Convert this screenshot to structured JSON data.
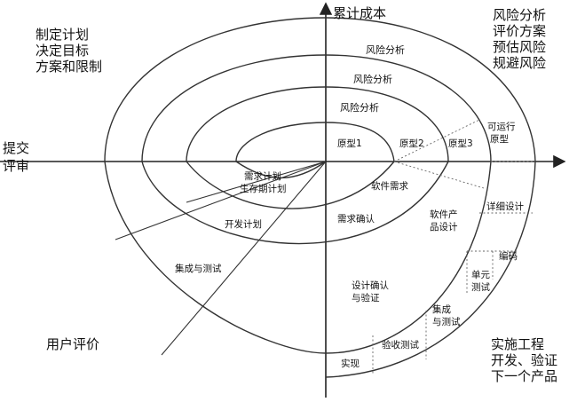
{
  "axis": {
    "cumulative_cost": "累计成本"
  },
  "corners": {
    "top_left": [
      "制定计划",
      "决定目标",
      "方案和限制"
    ],
    "top_right": [
      "风险分析",
      "评价方案",
      "预估风险",
      "规避风险"
    ],
    "left": [
      "提交",
      "评审"
    ],
    "bottom_left": "用户评价",
    "bottom_right": [
      "实施工程",
      "开发、验证",
      "下一个产品"
    ]
  },
  "risk_labels": [
    "风险分析",
    "风险分析",
    "风险分析"
  ],
  "prototypes": [
    "原型1",
    "原型2",
    "原型3"
  ],
  "runnable_prototype": [
    "可运行",
    "原型"
  ],
  "requirement_plan": [
    "需求计划",
    "生存期计划"
  ],
  "development_plan": "开发计划",
  "integration_test": "集成与测试",
  "software_requirements": "软件需求",
  "requirements_confirmation": "需求确认",
  "product_design": [
    "软件产",
    "品设计"
  ],
  "detailed_design": "详细设计",
  "coding": "编码",
  "unit_test": [
    "单元",
    "测试"
  ],
  "design_validation": [
    "设计确认",
    "与验证"
  ],
  "integration_and_test": [
    "集成",
    "与测试"
  ],
  "acceptance_test": "验收测试",
  "implementation": "实现",
  "colors": {
    "risk": "#e8262b",
    "line": "#333333"
  }
}
